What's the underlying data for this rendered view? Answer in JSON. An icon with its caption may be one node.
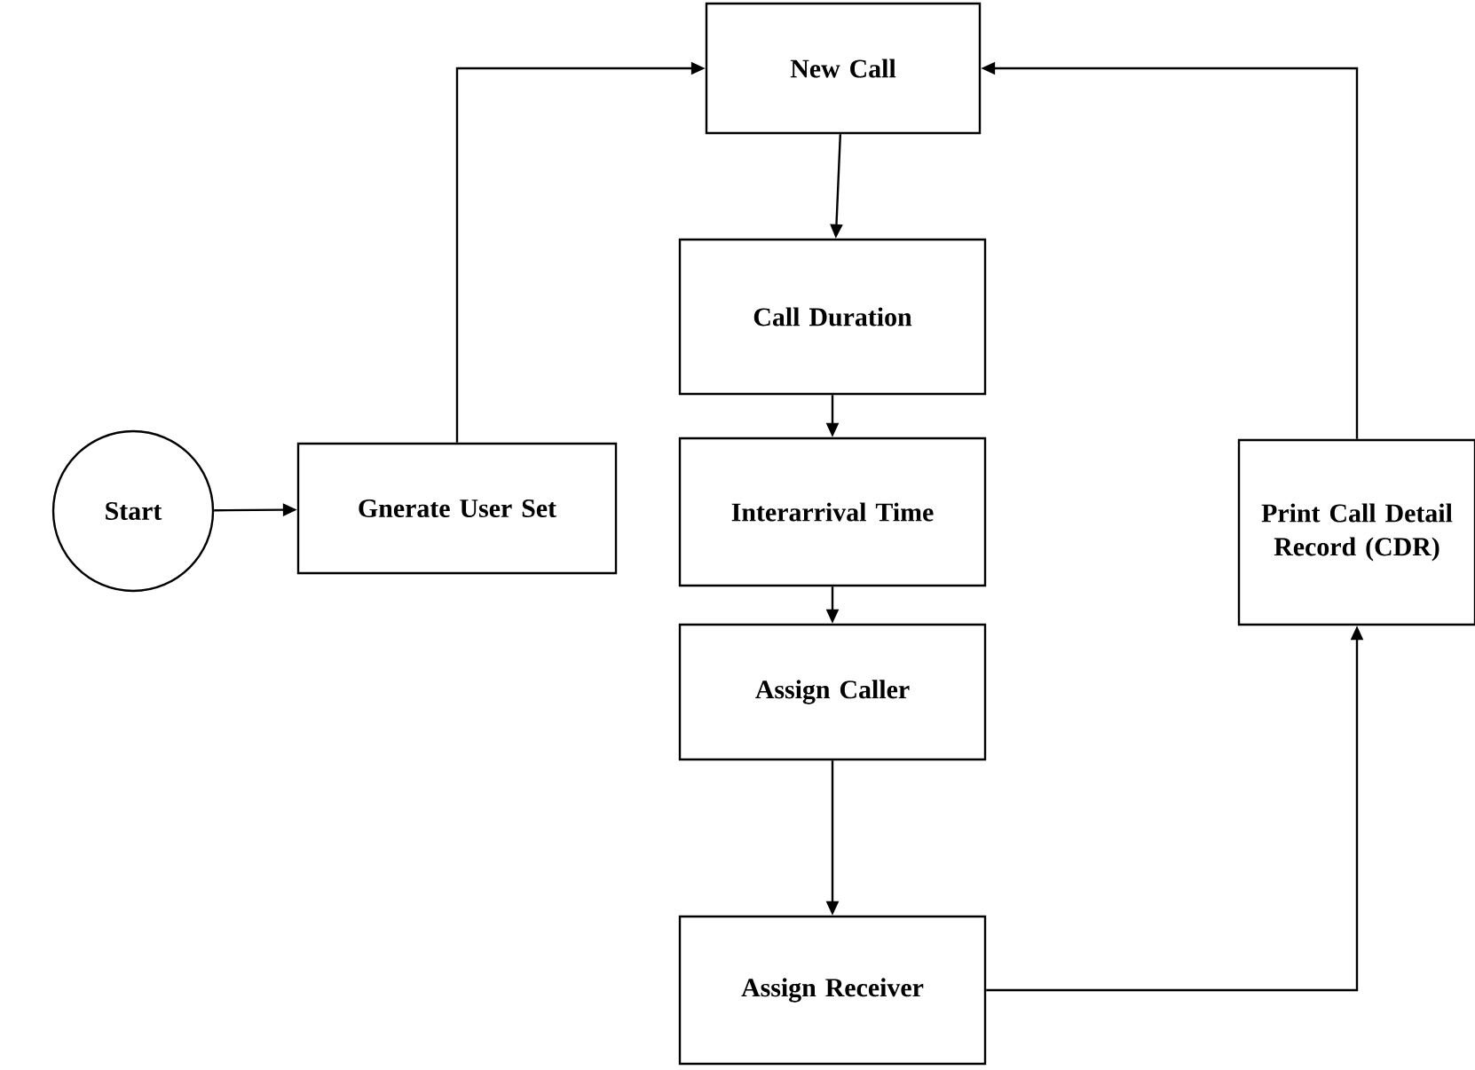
{
  "diagram": {
    "nodes": [
      {
        "text": [
          "Start"
        ]
      },
      {
        "text": [
          "Gnerate User Set"
        ]
      },
      {
        "text": [
          "New Call"
        ]
      },
      {
        "text": [
          "Call Duration"
        ]
      },
      {
        "text": [
          "Interarrival Time"
        ]
      },
      {
        "text": [
          "Assign Caller"
        ]
      },
      {
        "text": [
          "Assign Receiver"
        ]
      },
      {
        "text": [
          "Print Call Detail Record (CDR)"
        ]
      }
    ],
    "edges": [
      {
        "from": 0,
        "to": 1,
        "arrow": "to"
      },
      {
        "from": 1,
        "to": 2,
        "arrow": "to"
      },
      {
        "from": 2,
        "to": 3,
        "arrow": "to"
      },
      {
        "from": 3,
        "to": 4,
        "arrow": "to"
      },
      {
        "from": 4,
        "to": 5,
        "arrow": "to"
      },
      {
        "from": 5,
        "to": 6,
        "arrow": "to"
      },
      {
        "from": 6,
        "to": 7,
        "arrow": "to"
      },
      {
        "from": 7,
        "to": 2,
        "arrow": "to"
      }
    ]
  }
}
